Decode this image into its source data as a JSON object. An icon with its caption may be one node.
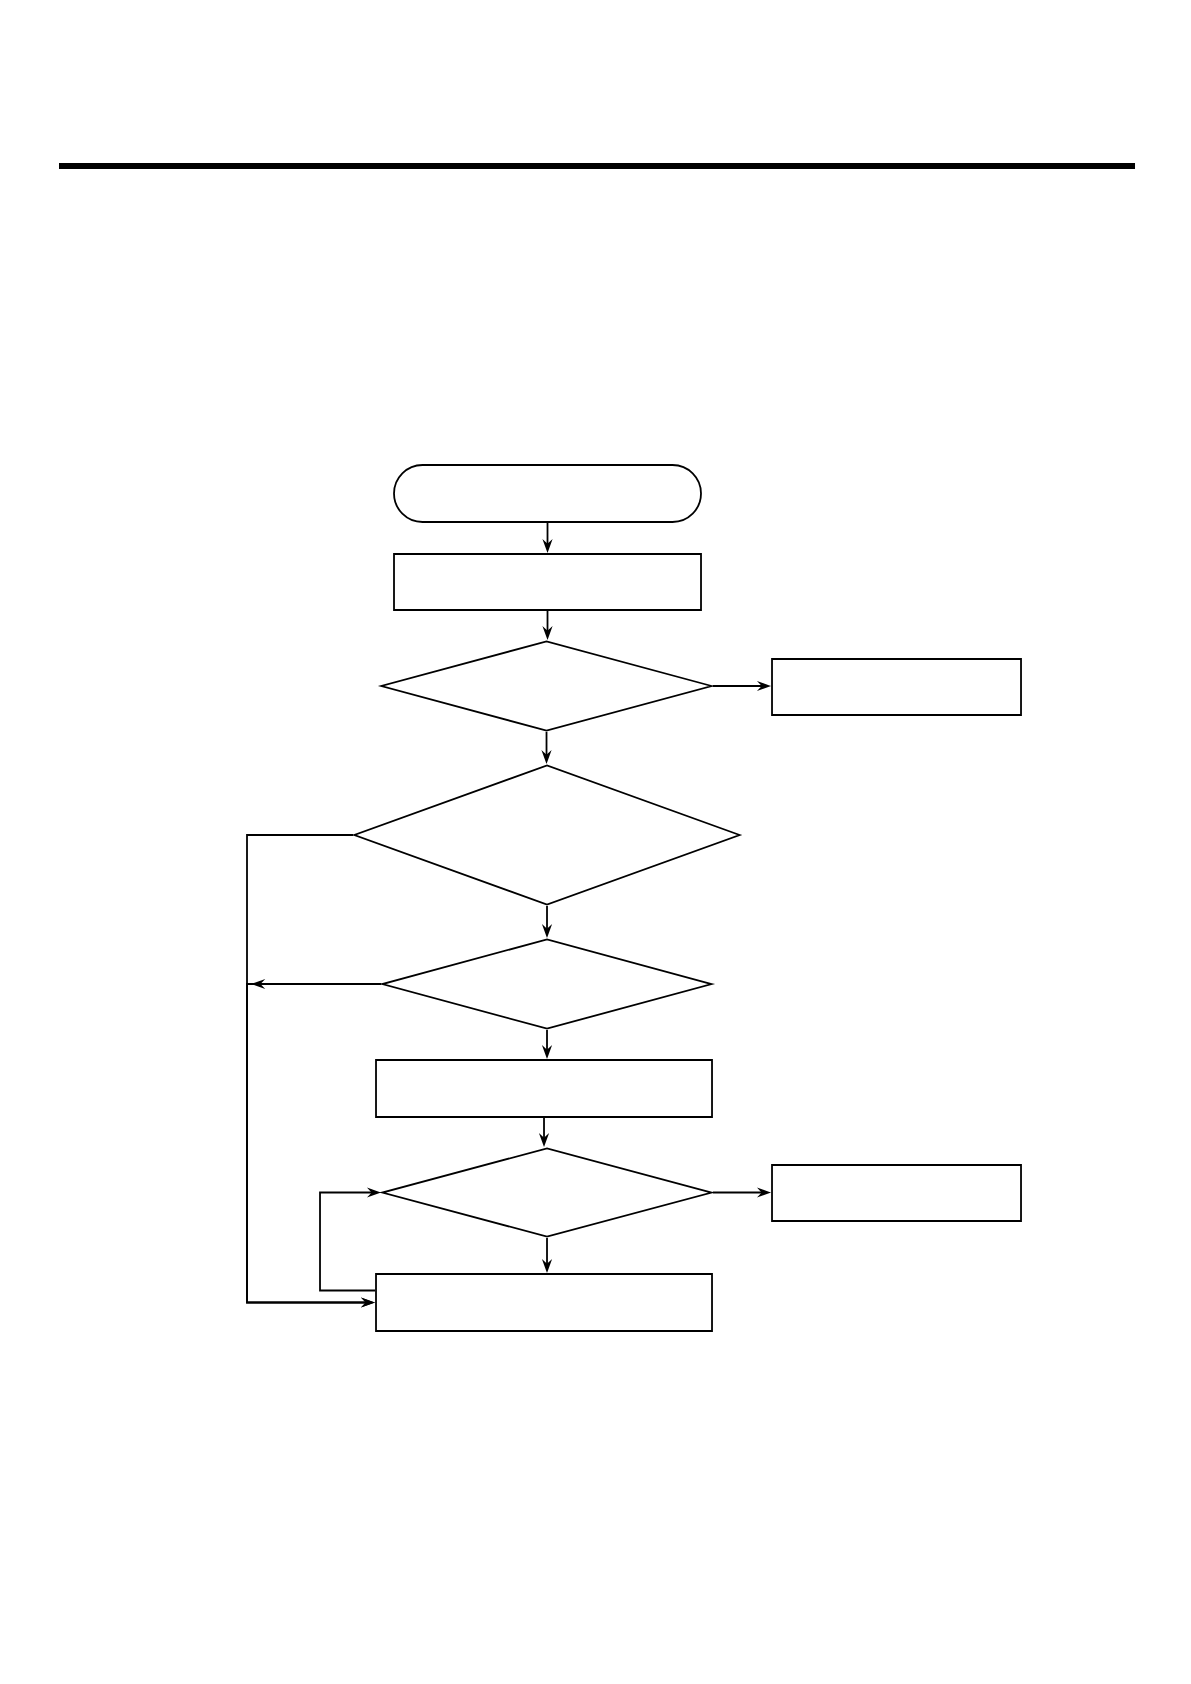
{
  "diagram": {
    "nodes": [
      {
        "text": [],
        "shape": "pill"
      },
      {
        "text": [],
        "shape": "box"
      },
      {
        "text": [],
        "shape": "diamond"
      },
      {
        "text": [],
        "shape": "box"
      },
      {
        "text": [],
        "shape": "diamond"
      },
      {
        "text": [],
        "shape": "diamond"
      },
      {
        "text": [],
        "shape": "box"
      },
      {
        "text": [],
        "shape": "diamond"
      },
      {
        "text": [],
        "shape": "box"
      },
      {
        "text": [],
        "shape": "box"
      }
    ],
    "edges": [
      {
        "from": 0,
        "to": 1,
        "arrow": "to"
      },
      {
        "from": 1,
        "to": 2,
        "arrow": "to"
      },
      {
        "from": 2,
        "to": 3,
        "arrow": "to"
      },
      {
        "from": 2,
        "to": 4,
        "arrow": "to"
      },
      {
        "from": 4,
        "to": 5,
        "arrow": "to"
      },
      {
        "from": 4,
        "to": 9,
        "arrow": "to"
      },
      {
        "from": 5,
        "to": 9,
        "arrow": "to"
      },
      {
        "from": 5,
        "to": 6,
        "arrow": "to"
      },
      {
        "from": 6,
        "to": 7,
        "arrow": "to"
      },
      {
        "from": 7,
        "to": 8,
        "arrow": "to"
      },
      {
        "from": 7,
        "to": 9,
        "arrow": "to"
      },
      {
        "from": 9,
        "to": 7,
        "arrow": "to"
      }
    ]
  }
}
